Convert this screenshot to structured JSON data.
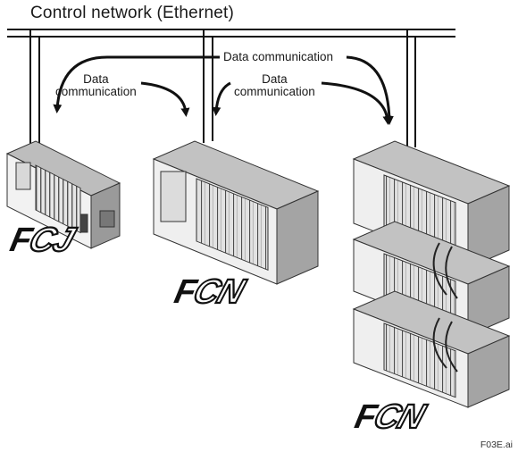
{
  "title": "Control network (Ethernet)",
  "data_communication_top": "Data communication",
  "data_communication_left": {
    "line1": "Data",
    "line2": "communication"
  },
  "data_communication_mid": {
    "line1": "Data",
    "line2": "communication"
  },
  "brand_fcj": {
    "f": "F",
    "rest": "CJ"
  },
  "brand_fcn_1": {
    "f": "F",
    "rest": "CN"
  },
  "brand_fcn_2": {
    "f": "F",
    "rest": "CN"
  },
  "figure_id": "F03E.ai"
}
